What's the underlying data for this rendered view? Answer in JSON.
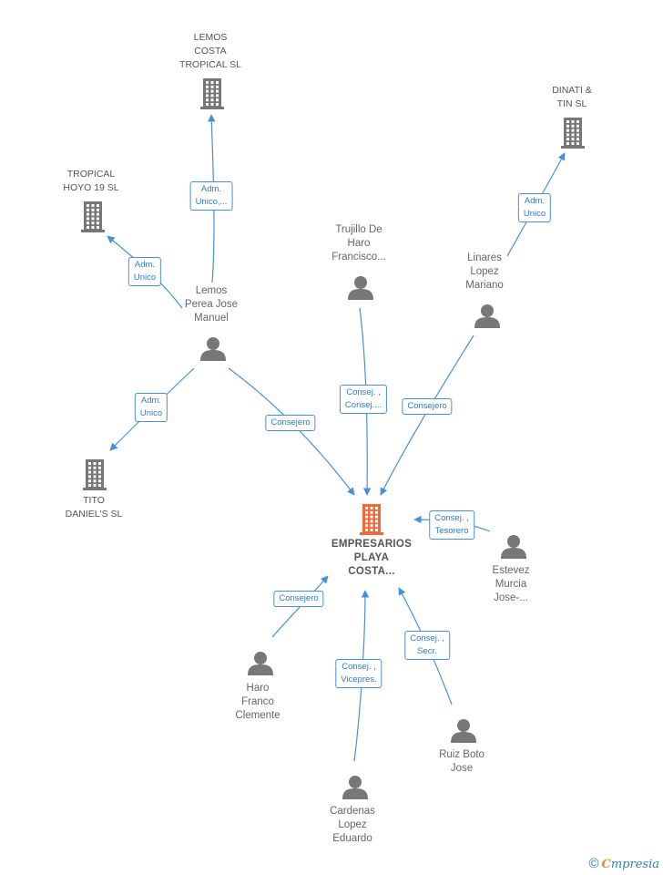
{
  "nodes": [
    {
      "id": "main",
      "type": "company",
      "main": true,
      "label": "EMPRESARIOS\nPLAYA\nCOSTA..."
    },
    {
      "id": "lemos_costa",
      "type": "company",
      "label": "LEMOS\nCOSTA\nTROPICAL SL"
    },
    {
      "id": "tropical_hoyo",
      "type": "company",
      "label": "TROPICAL\nHOYO 19  SL"
    },
    {
      "id": "dinati",
      "type": "company",
      "label": "DINATI &\nTIN  SL"
    },
    {
      "id": "tito",
      "type": "company",
      "label": "TITO\nDANIEL'S SL"
    },
    {
      "id": "lemos_perea",
      "type": "person",
      "label": "Lemos\nPerea Jose\nManuel"
    },
    {
      "id": "trujillo",
      "type": "person",
      "label": "Trujillo De\nHaro\nFrancisco..."
    },
    {
      "id": "linares",
      "type": "person",
      "label": "Linares\nLopez\nMariano"
    },
    {
      "id": "estevez",
      "type": "person",
      "label": "Estevez\nMurcia\nJose-..."
    },
    {
      "id": "haro",
      "type": "person",
      "label": "Haro\nFranco\nClemente"
    },
    {
      "id": "cardenas",
      "type": "person",
      "label": "Cardenas\nLopez\nEduardo"
    },
    {
      "id": "ruiz",
      "type": "person",
      "label": "Ruiz Boto\nJose"
    }
  ],
  "edges": [
    {
      "from": "lemos_perea",
      "to": "lemos_costa",
      "label": "Adm.\nUnico,..."
    },
    {
      "from": "lemos_perea",
      "to": "tropical_hoyo",
      "label": "Adm.\nUnico"
    },
    {
      "from": "lemos_perea",
      "to": "tito",
      "label": "Adm.\nUnico"
    },
    {
      "from": "lemos_perea",
      "to": "main",
      "label": "Consejero"
    },
    {
      "from": "linares",
      "to": "dinati",
      "label": "Adm.\nUnico"
    },
    {
      "from": "trujillo",
      "to": "main",
      "label": "Consej. ,\nConsej...."
    },
    {
      "from": "linares",
      "to": "main",
      "label": "Consejero"
    },
    {
      "from": "estevez",
      "to": "main",
      "label": "Consej. ,\nTesorero"
    },
    {
      "from": "haro",
      "to": "main",
      "label": "Consejero"
    },
    {
      "from": "cardenas",
      "to": "main",
      "label": "Consej. ,\nVicepres."
    },
    {
      "from": "ruiz",
      "to": "main",
      "label": "Consej. ,\nSecr."
    }
  ],
  "colors": {
    "edge": "#4a8fd6",
    "icon": "#777777",
    "main_icon": "#f26a3a"
  },
  "footer": {
    "copyright": "©",
    "brand_first": "C",
    "brand_rest": "mpresia"
  }
}
